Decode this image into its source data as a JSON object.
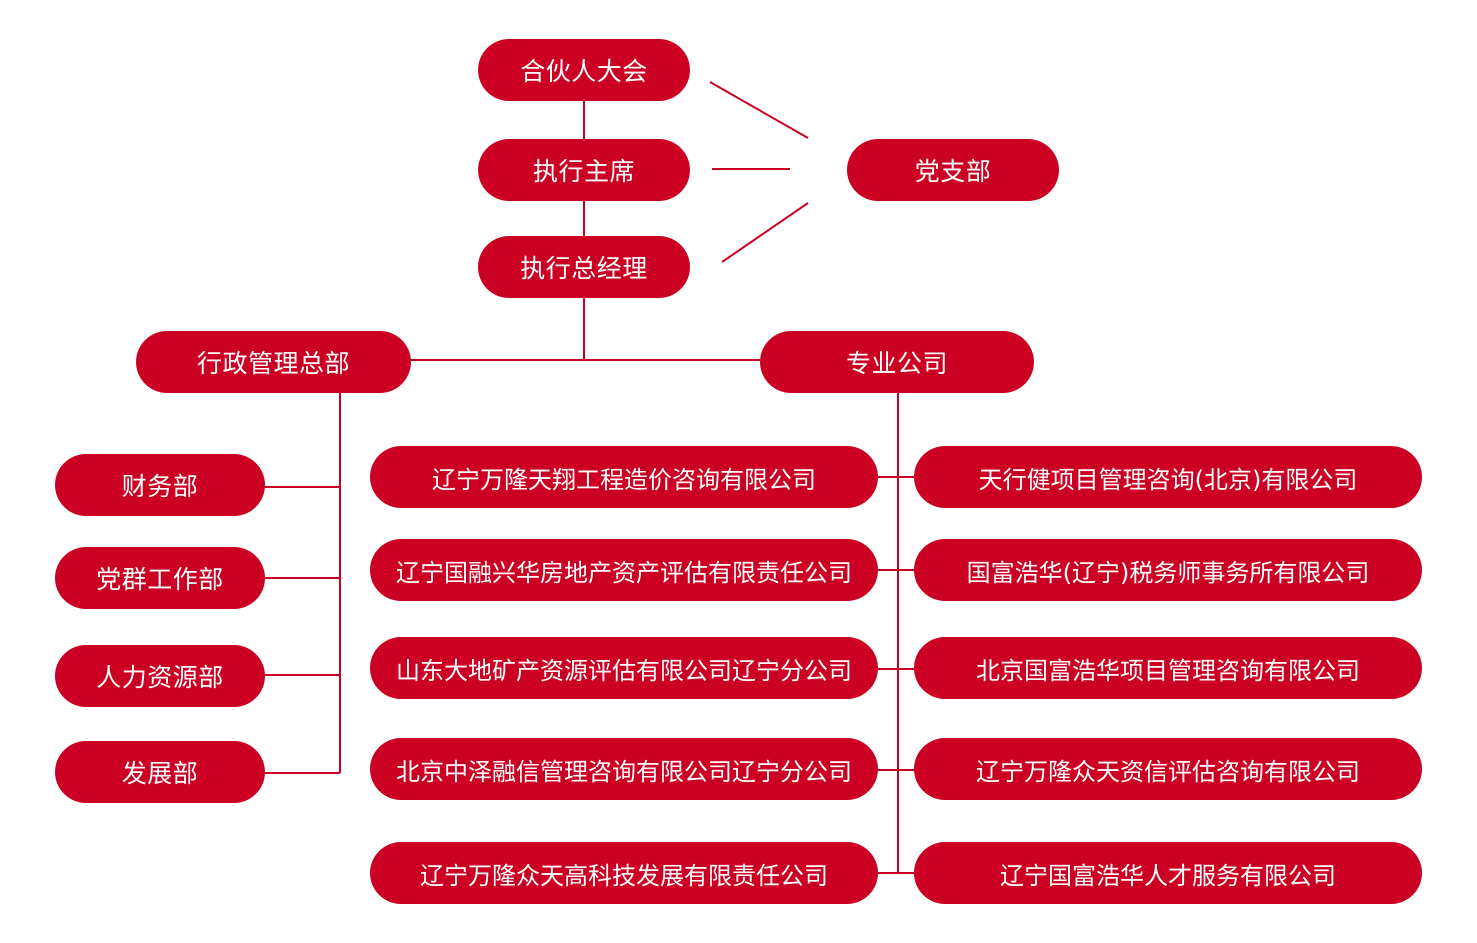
{
  "colors": {
    "accent": "#cc0022",
    "text": "#ffffff"
  },
  "nodes": {
    "partners_meeting": "合伙人大会",
    "executive_chairman": "执行主席",
    "executive_gm": "执行总经理",
    "party_branch": "党支部",
    "admin_hq": "行政管理总部",
    "professional_companies": "专业公司"
  },
  "admin_departments": [
    "财务部",
    "党群工作部",
    "人力资源部",
    "发展部"
  ],
  "companies_left": [
    "辽宁万隆天翔工程造价咨询有限公司",
    "辽宁国融兴华房地产资产评估有限责任公司",
    "山东大地矿产资源评估有限公司辽宁分公司",
    "北京中泽融信管理咨询有限公司辽宁分公司",
    "辽宁万隆众天高科技发展有限责任公司"
  ],
  "companies_right": [
    "天行健项目管理咨询(北京)有限公司",
    "国富浩华(辽宁)税务师事务所有限公司",
    "北京国富浩华项目管理咨询有限公司",
    "辽宁万隆众天资信评估咨询有限公司",
    "辽宁国富浩华人才服务有限公司"
  ]
}
